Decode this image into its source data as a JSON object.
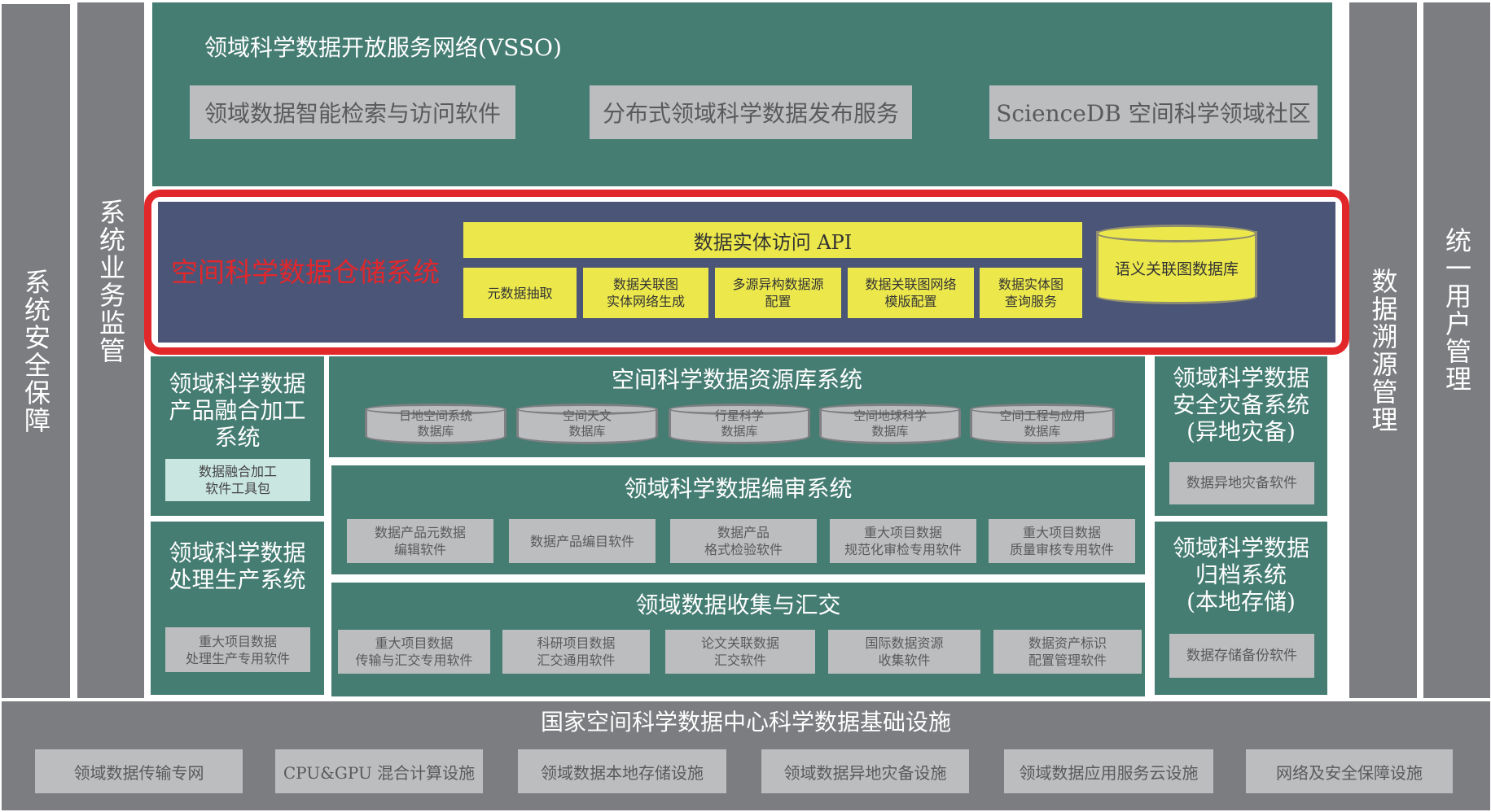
{
  "pillars": {
    "left1": "系统安全保障",
    "left2": "系统业务监管",
    "right1": "数据溯源管理",
    "right2": "统一用户管理"
  },
  "vsso": {
    "title": "领域科学数据开放服务网络(VSSO)",
    "items": [
      "领域数据智能检索与访问软件",
      "分布式领域科学数据发布服务",
      "ScienceDB 空间科学领域社区"
    ]
  },
  "warehouse": {
    "title": "空间科学数据仓储系统",
    "api": "数据实体访问 API",
    "modules": [
      "元数据抽取",
      "数据关联图\n实体网络生成",
      "多源异构数据源\n配置",
      "数据关联图网络\n模版配置",
      "数据实体图\n查询服务"
    ],
    "graph_db": "语义关联图数据库"
  },
  "fusion": {
    "title": "领域科学数据\n产品融合加工\n系统",
    "tool": "数据融合加工\n软件工具包"
  },
  "processing": {
    "title": "领域科学数据\n处理生产系统",
    "tool": "重大项目数据\n处理生产专用软件"
  },
  "resource": {
    "title": "空间科学数据资源库系统",
    "dbs": [
      "日地空间系统\n数据库",
      "空间天文\n数据库",
      "行星科学\n数据库",
      "空间地球科学\n数据库",
      "空间工程与应用\n数据库"
    ]
  },
  "editing": {
    "title": "领域科学数据编审系统",
    "items": [
      "数据产品元数据\n编辑软件",
      "数据产品编目软件",
      "数据产品\n格式检验软件",
      "重大项目数据\n规范化审检专用软件",
      "重大项目数据\n质量审核专用软件"
    ]
  },
  "collection": {
    "title": "领域数据收集与汇交",
    "items": [
      "重大项目数据\n传输与汇交专用软件",
      "科研项目数据\n汇交通用软件",
      "论文关联数据\n汇交软件",
      "国际数据资源\n收集软件",
      "数据资产标识\n配置管理软件"
    ]
  },
  "disaster": {
    "title": "领域科学数据\n安全灾备系统\n(异地灾备)",
    "tool": "数据异地灾备软件"
  },
  "archive": {
    "title": "领域科学数据\n归档系统\n(本地存储)",
    "tool": "数据存储备份软件"
  },
  "infra": {
    "title": "国家空间科学数据中心科学数据基础设施",
    "items": [
      "领域数据传输专网",
      "CPU&GPU 混合计算设施",
      "领域数据本地存储设施",
      "领域数据异地灾备设施",
      "领域数据应用服务云设施",
      "网络及安全保障设施"
    ]
  },
  "colors": {
    "green": "#457d73",
    "navy": "#4b5578",
    "yellow": "#ece84c",
    "highlight_border": "#e2272b",
    "pillar_gray": "#7b7d80",
    "box_gray": "#bcbdbf"
  }
}
